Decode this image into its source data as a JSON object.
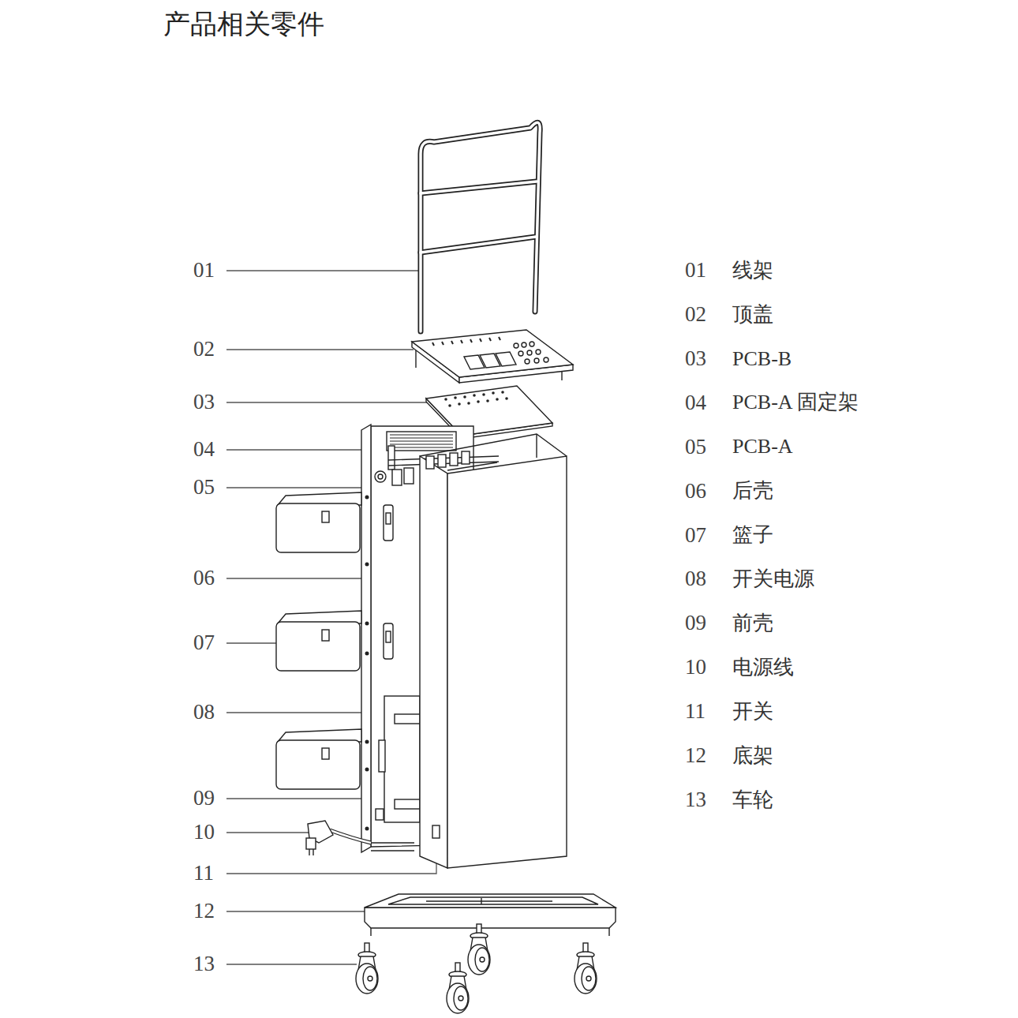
{
  "diagram": {
    "title": "产品相关零件",
    "labels": [
      "01",
      "02",
      "03",
      "04",
      "05",
      "06",
      "07",
      "08",
      "09",
      "10",
      "11",
      "12",
      "13",
      "01",
      "线架",
      "02",
      "顶盖",
      "03",
      "PCB-B",
      "04",
      "PCB-A 固定架",
      "05",
      "PCB-A",
      "06",
      "后壳",
      "07",
      "篮子",
      "08",
      "开关电源",
      "09",
      "前壳",
      "10",
      "电源线",
      "11",
      "开关",
      "12",
      "底架",
      "13",
      "车轮"
    ]
  }
}
